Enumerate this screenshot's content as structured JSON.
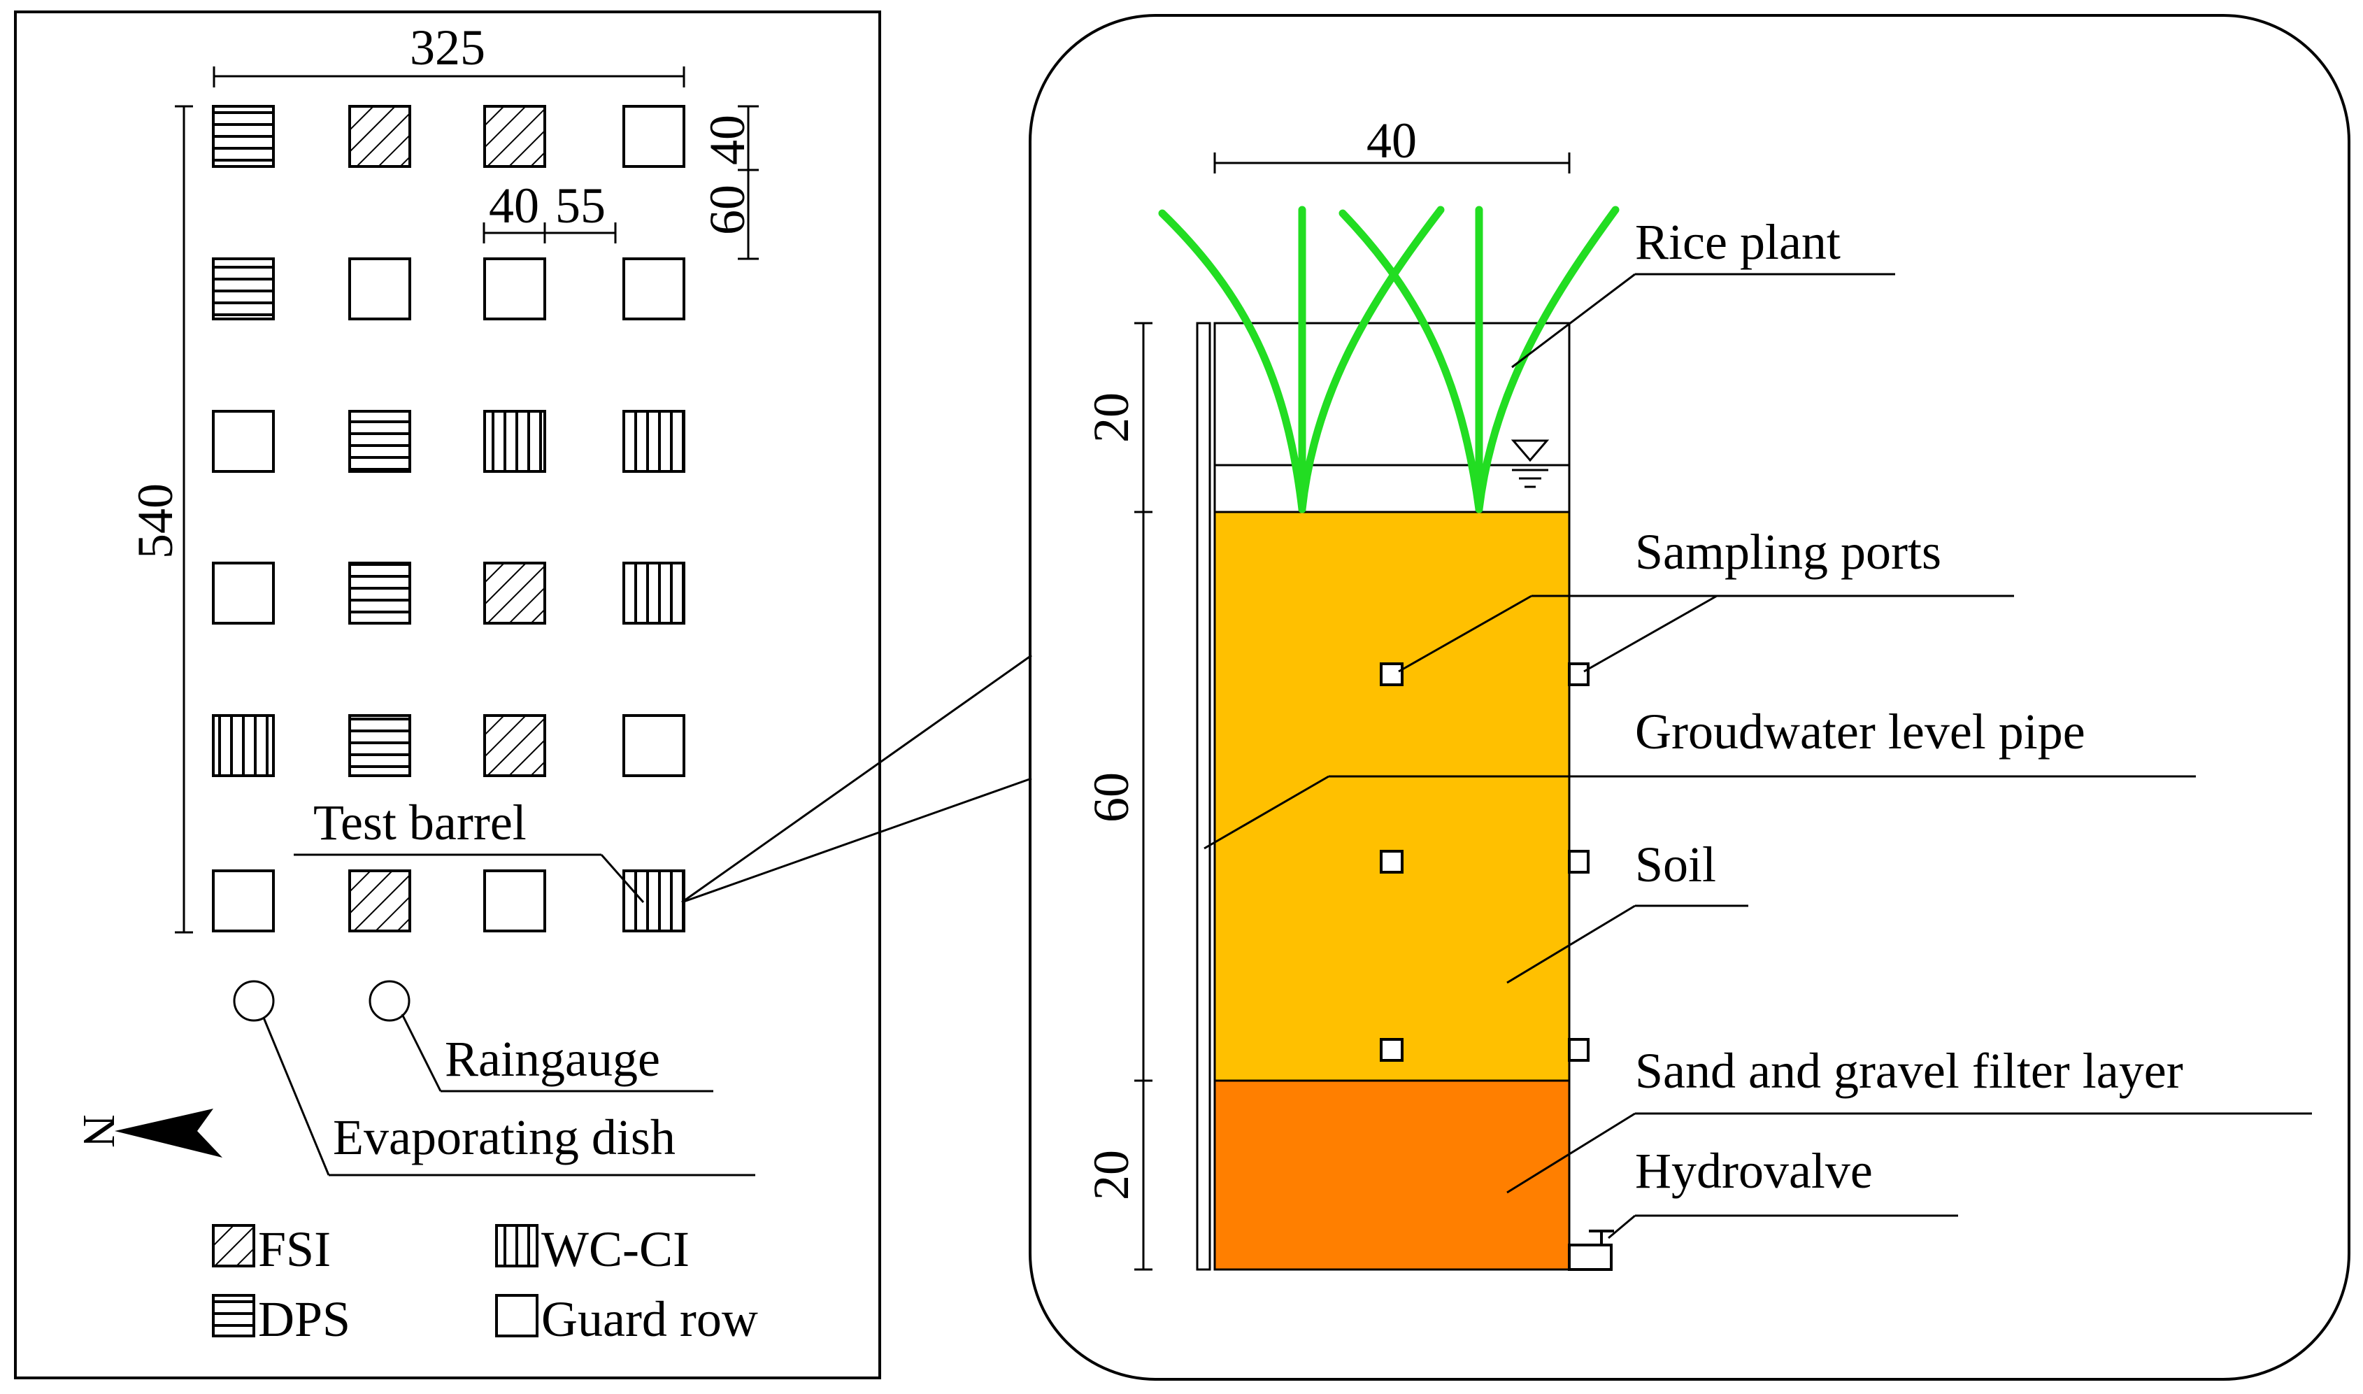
{
  "left_panel": {
    "dims": {
      "width": "325",
      "height": "540",
      "pitch": "60",
      "plot": "40",
      "gap_a": "40",
      "gap_b": "55"
    },
    "grid_rows": [
      [
        "DPS",
        "FSI",
        "FSI",
        "Guard row"
      ],
      [
        "DPS",
        "Guard row",
        "Guard row",
        "Guard row"
      ],
      [
        "Guard row",
        "DPS",
        "WC-CI",
        "WC-CI"
      ],
      [
        "Guard row",
        "DPS",
        "FSI",
        "WC-CI"
      ],
      [
        "WC-CI",
        "DPS",
        "FSI",
        "Guard row"
      ],
      [
        "Guard row",
        "FSI",
        "Guard row",
        "WC-CI"
      ]
    ],
    "labels": {
      "test_barrel": "Test barrel",
      "raingauge": "Raingauge",
      "evaporating_dish": "Evaporating dish",
      "north": "N"
    },
    "legend": [
      {
        "pattern": "FSI",
        "label": "FSI"
      },
      {
        "pattern": "WC-CI",
        "label": "WC-CI"
      },
      {
        "pattern": "DPS",
        "label": "DPS"
      },
      {
        "pattern": "Guard row",
        "label": "Guard row"
      }
    ]
  },
  "right_panel": {
    "dims": {
      "width": "40",
      "top": "20",
      "middle": "60",
      "bottom": "20"
    },
    "labels": {
      "rice_plant": "Rice plant",
      "sampling_ports": "Sampling ports",
      "groundwater_pipe": "Groudwater level pipe",
      "soil": "Soil",
      "filter_layer": "Sand and gravel filter layer",
      "hydrovalve": "Hydrovalve"
    },
    "colors": {
      "soil": "#FFC000",
      "filter_layer": "#FF7F00",
      "plant": "#22DD22"
    }
  }
}
